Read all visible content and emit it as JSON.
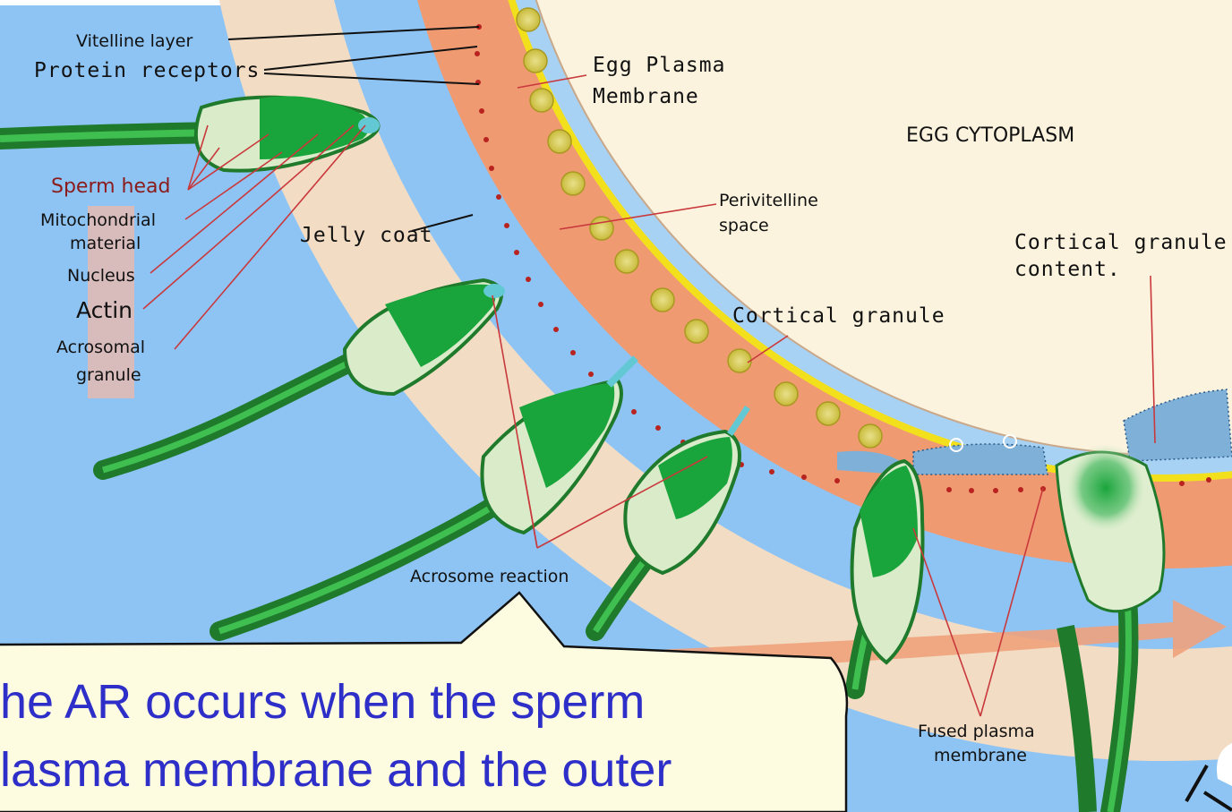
{
  "labels": {
    "vitelline_layer": "Vitelline layer",
    "protein_receptors": "Protein receptors",
    "egg_plasma_membrane_1": "Egg Plasma",
    "egg_plasma_membrane_2": "Membrane",
    "egg_cytoplasm": "EGG CYTOPLASM",
    "sperm_head": "Sperm head",
    "mitochondrial_1": "Mitochondrial",
    "mitochondrial_2": "material",
    "nucleus": "Nucleus",
    "actin": "Actin",
    "acrosomal_1": "Acrosomal",
    "acrosomal_2": "granule",
    "jelly_coat": "Jelly coat",
    "perivitelline_1": "Perivitelline",
    "perivitelline_2": "space",
    "cortical_granule_content_1": "Cortical granule",
    "cortical_granule_content_2": "content.",
    "cortical_granule": "Cortical granule",
    "acrosome_reaction": "Acrosome reaction",
    "fused_plasma_1": "Fused plasma",
    "fused_plasma_2": "membrane"
  },
  "callout": {
    "line1": "he AR occurs when the sperm",
    "line2": "lasma membrane and the outer"
  },
  "colors": {
    "background": "#8ec4f4",
    "jelly_coat": "#f2dcc4",
    "vitelline": "#f09a72",
    "yellow_membrane": "#f3e01c",
    "cytoplasm": "#fbf3de",
    "sperm_green": "#1aa53c",
    "callout_text": "#2e2ec8"
  }
}
